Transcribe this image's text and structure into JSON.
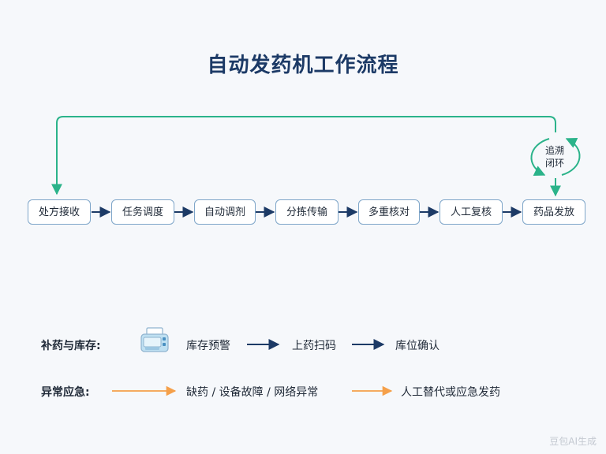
{
  "title": "自动发药机工作流程",
  "flow": {
    "nodes": [
      "处方接收",
      "任务调度",
      "自动调剂",
      "分拣传输",
      "多重核对",
      "人工复核",
      "药品发放"
    ],
    "trace_label_line1": "追溯",
    "trace_label_line2": "闭环"
  },
  "restock": {
    "label": "补药与库存:",
    "steps": [
      "库存预警",
      "上药扫码",
      "库位确认"
    ],
    "icon": "printer-icon"
  },
  "exception": {
    "label": "异常应急:",
    "causes": "缺药 / 设备故障 / 网络异常",
    "result": "人工替代或应急发药"
  },
  "watermark": "豆包AI生成",
  "colors": {
    "title": "#1c3a66",
    "node_border": "#7fa6c9",
    "arrow_dark": "#1c3a66",
    "loop_green": "#2bb38a",
    "arrow_orange": "#f5a04a"
  }
}
